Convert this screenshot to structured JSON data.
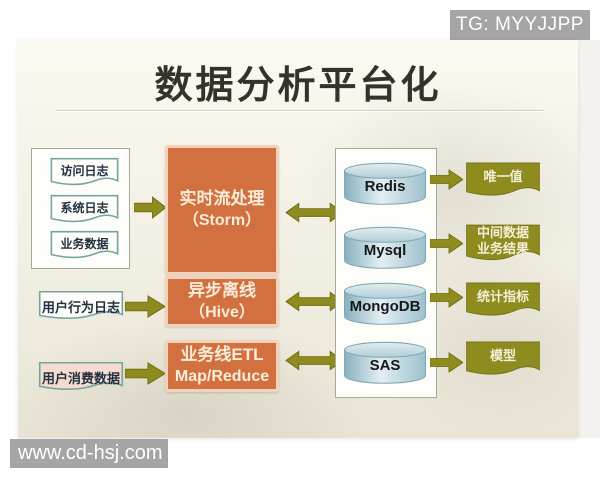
{
  "watermarks": {
    "tg_badge": "TG: MYYJJPP",
    "site_badge": "www.cd-hsj.com"
  },
  "slide": {
    "title": "数据分析平台化",
    "sources": {
      "group_items": [
        "访问日志",
        "系统日志",
        "业务数据"
      ],
      "behavior_log": "用户行为日志",
      "consumption_data": "用户消费数据"
    },
    "processors": [
      {
        "name": "实时流处理",
        "tech": "（Storm）"
      },
      {
        "name": "异步离线",
        "tech": "（Hive）"
      },
      {
        "name": "业务线ETL",
        "tech": "Map/Reduce"
      }
    ],
    "storages": [
      "Redis",
      "Mysql",
      "MongoDB",
      "SAS"
    ],
    "outputs": [
      {
        "line1": "唯一值",
        "line2": ""
      },
      {
        "line1": "中间数据",
        "line2": "业务结果"
      },
      {
        "line1": "统计指标",
        "line2": ""
      },
      {
        "line1": "模型",
        "line2": ""
      }
    ],
    "colors": {
      "accent_olive": "#8f8c1f",
      "processor_orange": "#d2713f",
      "cylinder_blue": "#bdd6de",
      "doc_border_teal": "#74a5a3",
      "consumption_fill_pink": "#f6dbd1"
    }
  }
}
